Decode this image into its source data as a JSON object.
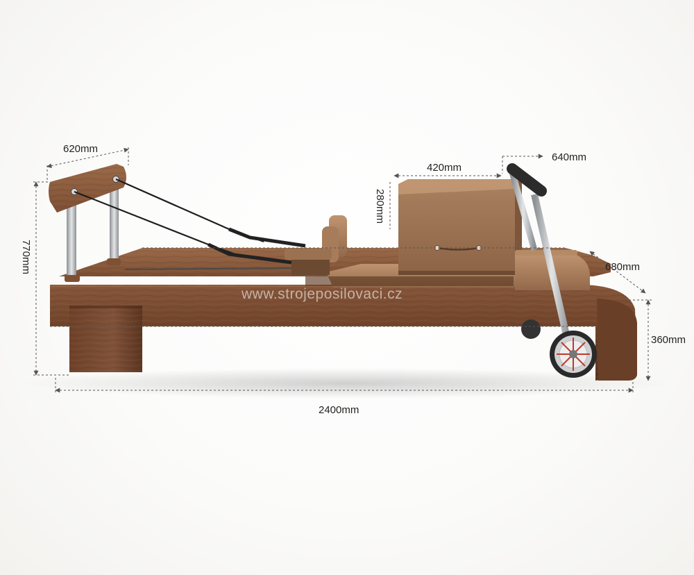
{
  "dimensions": {
    "top_width": "620mm",
    "box_width": "420mm",
    "box_height": "280mm",
    "bar_width": "640mm",
    "depth": "680mm",
    "total_height": "770mm",
    "end_height": "360mm",
    "length": "2400mm"
  },
  "watermark": "www.strojeposilovaci.cz",
  "colors": {
    "wood_dark": "#5a3624",
    "wood_mid": "#7a4b33",
    "wood_light": "#93603f",
    "leather": "#a27a58",
    "leather_light": "#b98f69",
    "steel": "#b9bcbe",
    "dim_line": "#555555"
  },
  "icons": {
    "dimension-arrow": "arrow",
    "wheel": "wheel-icon"
  }
}
